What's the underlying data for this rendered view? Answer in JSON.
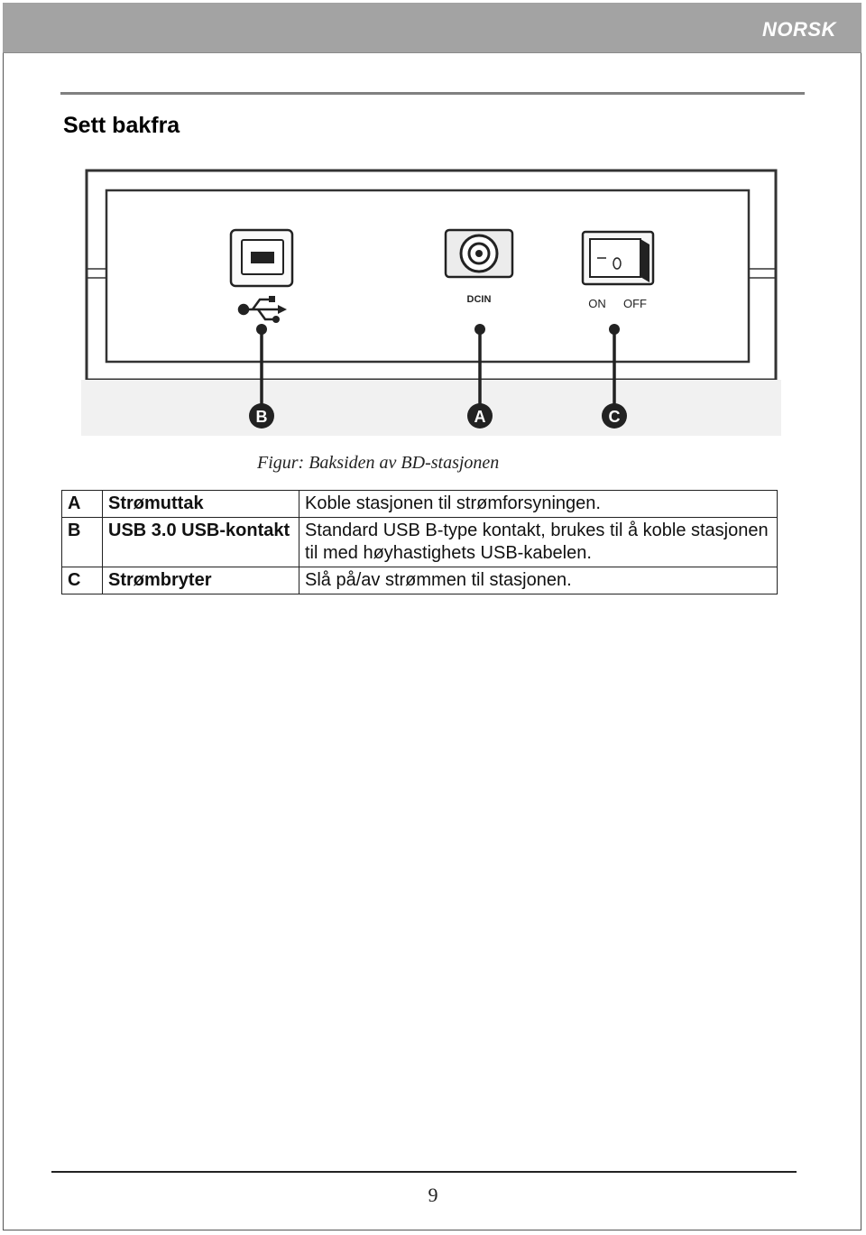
{
  "header": {
    "language_label": "NORSK"
  },
  "section": {
    "title": "Sett bakfra"
  },
  "figure": {
    "caption": "Figur: Baksiden av BD-stasjonen",
    "port_labels": {
      "dc_in": "DCIN",
      "switch_on": "ON",
      "switch_off": "OFF"
    },
    "callouts": {
      "usb": "B",
      "dc": "A",
      "switch": "C"
    }
  },
  "legend": {
    "rows": [
      {
        "key": "A",
        "name": "Strømuttak",
        "description": "Koble stasjonen til strømforsyningen."
      },
      {
        "key": "B",
        "name": "USB 3.0 USB-kontakt",
        "description": "Standard USB B-type kontakt, brukes til å koble stasjonen til med høyhastighets USB-kabelen."
      },
      {
        "key": "C",
        "name": "Strømbryter",
        "description": "Slå på/av strømmen til stasjonen."
      }
    ]
  },
  "footer": {
    "page_number": "9"
  }
}
